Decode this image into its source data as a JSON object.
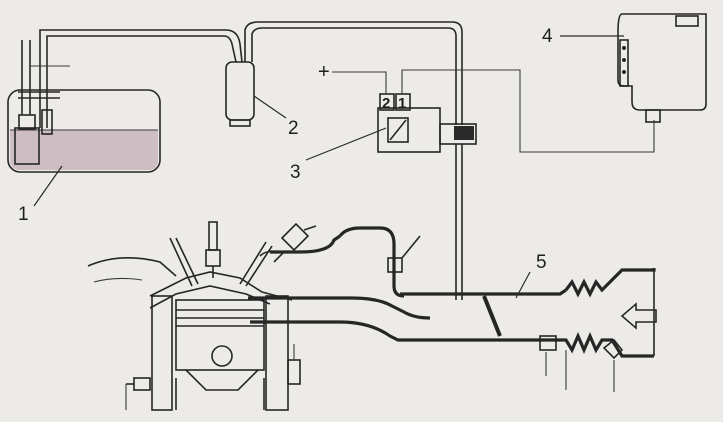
{
  "diagram": {
    "callouts": [
      {
        "id": "callout-1",
        "text": "1"
      },
      {
        "id": "callout-2",
        "text": "2"
      },
      {
        "id": "callout-3",
        "text": "3"
      },
      {
        "id": "callout-4",
        "text": "4"
      },
      {
        "id": "callout-5",
        "text": "5"
      }
    ],
    "valve_pins": [
      "2",
      "1"
    ],
    "power_symbol": "+",
    "colors": {
      "paper": "#ecebe7",
      "ink": "#262626",
      "fuel": "#c9b6bc",
      "solenoid_core": "#2a2a2a"
    }
  }
}
